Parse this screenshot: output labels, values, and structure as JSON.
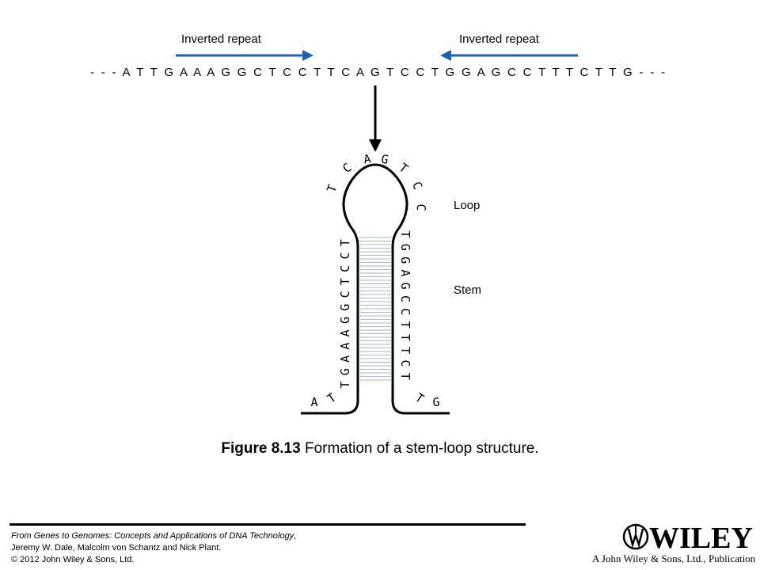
{
  "header": {
    "left_label": "Inverted repeat",
    "right_label": "Inverted repeat",
    "sequence": "- - - A T T G A A A G G C T C C T T C A G T C C T G G A G C C T T T C T T G - - -"
  },
  "hairpin": {
    "left_foot": [
      "A",
      "T"
    ],
    "left_stem": [
      "T",
      "G",
      "A",
      "A",
      "A",
      "G",
      "G",
      "C",
      "T",
      "C",
      "C",
      "T"
    ],
    "loop": [
      "T",
      "C",
      "A",
      "G",
      "T",
      "C",
      "C"
    ],
    "right_stem": [
      "T",
      "G",
      "G",
      "A",
      "G",
      "C",
      "C",
      "T",
      "T",
      "T",
      "C",
      "T"
    ],
    "right_foot": [
      "T",
      "G"
    ],
    "loop_label": "Loop",
    "stem_label": "Stem"
  },
  "caption": {
    "figure_number": "Figure 8.13",
    "text": " Formation of a stem-loop structure."
  },
  "credit": {
    "book_title": "From Genes to Genomes: Concepts and Applications of DNA Technology",
    "title_suffix": ",",
    "authors": "Jeremy W. Dale, Malcolm von Schantz and Nick Plant.",
    "copyright": "© 2012 John Wiley & Sons, Ltd."
  },
  "publisher": {
    "logo_word": "WILEY",
    "tagline": "A John Wiley & Sons, Ltd., Publication"
  },
  "colors": {
    "arrow_blue": "#1f5fb3",
    "pair_line": "#9fb8d6"
  }
}
